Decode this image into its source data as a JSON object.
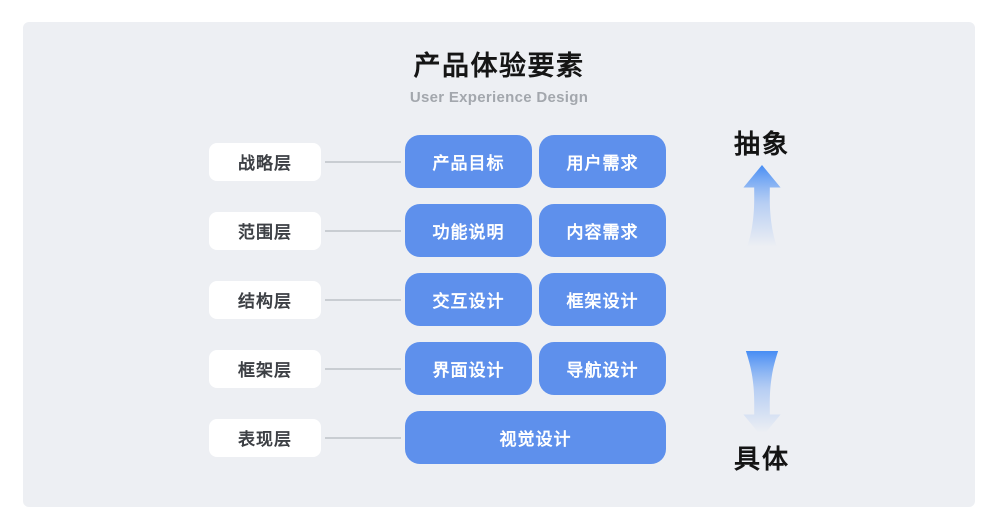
{
  "header": {
    "title": "产品体验要素",
    "subtitle": "User Experience Design"
  },
  "rows": [
    {
      "label": "战略层",
      "boxes": [
        "产品目标",
        "用户需求"
      ]
    },
    {
      "label": "范围层",
      "boxes": [
        "功能说明",
        "内容需求"
      ]
    },
    {
      "label": "结构层",
      "boxes": [
        "交互设计",
        "框架设计"
      ]
    },
    {
      "label": "框架层",
      "boxes": [
        "界面设计",
        "导航设计"
      ]
    },
    {
      "label": "表现层",
      "boxes": [
        "视觉设计"
      ]
    }
  ],
  "axis": {
    "top": "抽象",
    "bottom": "具体"
  },
  "colors": {
    "panel_bg": "#edeff3",
    "node_blue": "#5e90ec",
    "connector": "#c9cdd2",
    "arrow_blue": "#3e88f4",
    "arrow_blue_mid": "#8cb4f3"
  }
}
